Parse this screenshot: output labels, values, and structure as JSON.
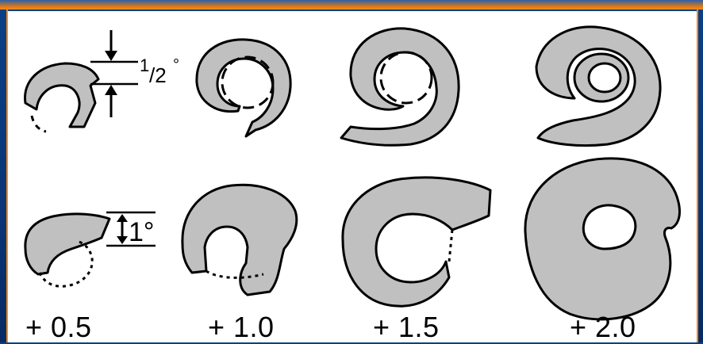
{
  "labels": [
    "+ 0.5",
    "+ 1.0",
    "+ 1.5",
    "+ 2.0"
  ],
  "annotations": {
    "half_degree_whole": "1",
    "half_degree_frac": "/2",
    "half_degree_unit": "°",
    "one_degree": "1°"
  },
  "colors": {
    "shape_fill": "#c0c0c0",
    "stroke": "#000000",
    "panel": "#ffffff",
    "accent": "#f08a1c",
    "background": "#0b3f86"
  }
}
